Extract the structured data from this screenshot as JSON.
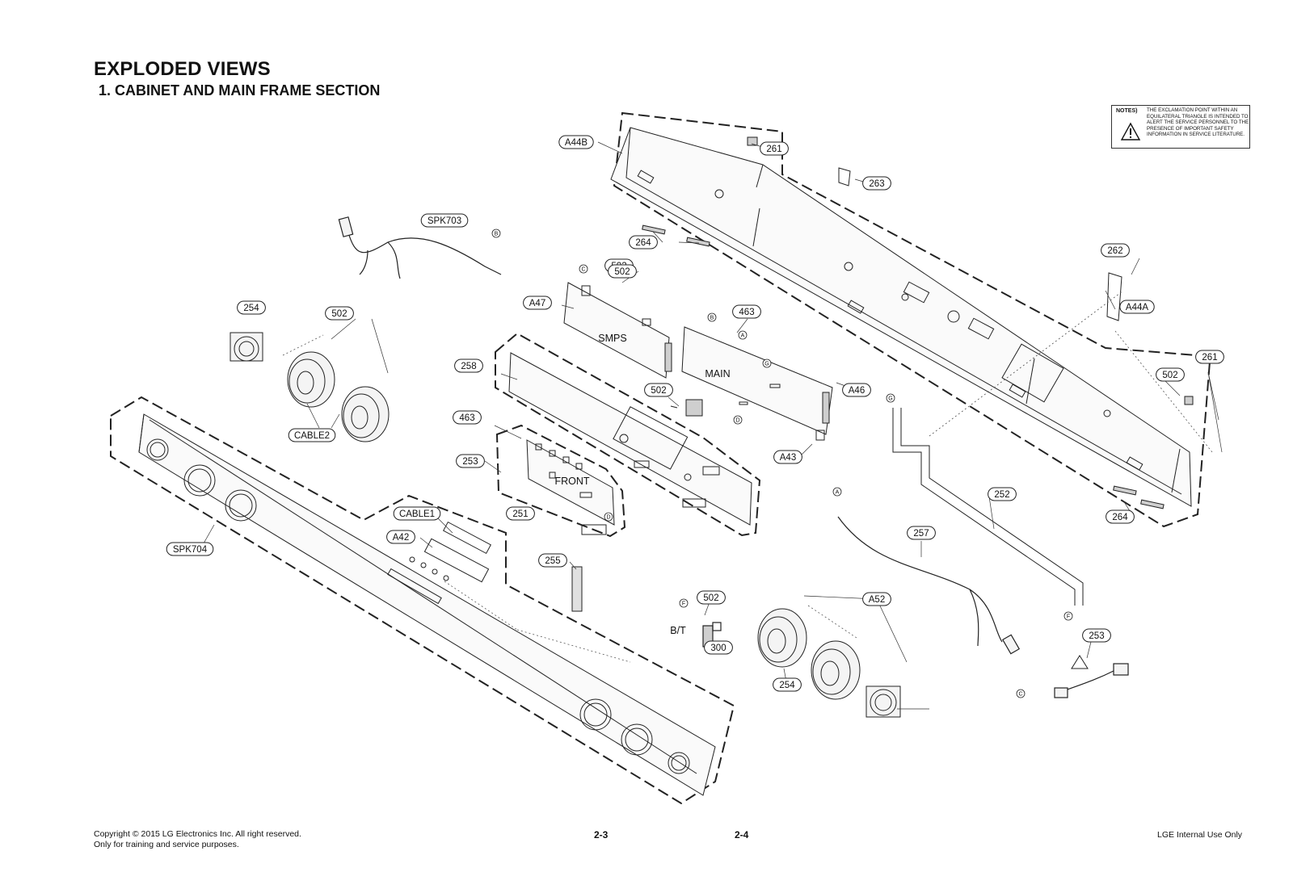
{
  "header": {
    "title": "EXPLODED VIEWS",
    "subtitle": "1. CABINET AND MAIN FRAME SECTION"
  },
  "notes": {
    "label": "NOTES)",
    "text": "THE EXCLAMATION POINT WITHIN AN EQUILATERAL TRIANGLE IS INTENDED TO ALERT THE SERVICE PERSONNEL TO THE PRESENCE OF IMPORTANT SAFETY INFORMATION IN SERVICE LITERATURE."
  },
  "board_labels": {
    "smps": "SMPS",
    "main": "MAIN",
    "front": "FRONT",
    "bt": "B/T"
  },
  "callouts": [
    "A44B",
    "261",
    "263",
    "SPK703",
    "264",
    "502",
    "A47",
    "502",
    "254",
    "502",
    "463",
    "262",
    "A44A",
    "258",
    "502",
    "261",
    "502",
    "A46",
    "A43",
    "463",
    "253",
    "CABLE2",
    "252",
    "CABLE1",
    "264",
    "251",
    "A42",
    "SPK704",
    "257",
    "255",
    "502",
    "A52",
    "300",
    "253",
    "254"
  ],
  "connectors": [
    "B",
    "C",
    "B",
    "A",
    "G",
    "D",
    "G",
    "A",
    "D",
    "F",
    "F",
    "C"
  ],
  "footer": {
    "copyright": "Copyright © 2015 LG Electronics Inc. All right reserved.",
    "training": "Only for training and service purposes.",
    "page_left": "2-3",
    "page_right": "2-4",
    "internal": "LGE Internal Use Only"
  },
  "colors": {
    "line": "#222222",
    "fill": "#ffffff",
    "shade": "#cfcfcf"
  }
}
